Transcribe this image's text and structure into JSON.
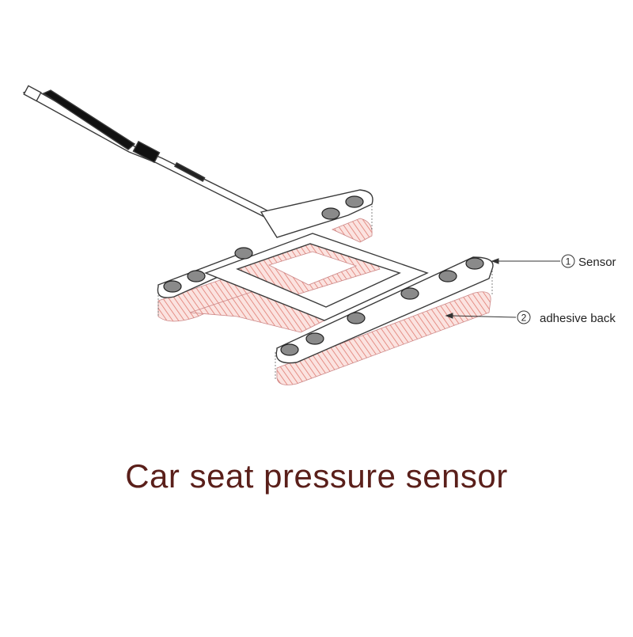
{
  "callouts": [
    {
      "number": "1",
      "label": "Sensor"
    },
    {
      "number": "2",
      "label": "adhesive back"
    }
  ],
  "caption": "Car seat pressure sensor",
  "colors": {
    "outline": "#3a3a3a",
    "adhesive": "#f2a7a0",
    "adhesive_hatch": "#e07a70",
    "pad_fill": "#8a8a8a",
    "caption": "#5a1f1a"
  }
}
